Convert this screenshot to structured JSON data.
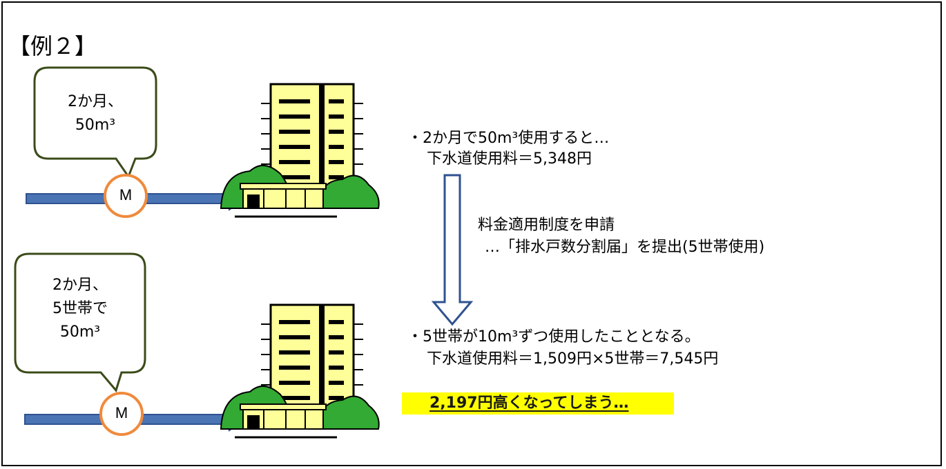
{
  "title": "【例２】",
  "scenario_top": {
    "bubble_line1": "2か月、",
    "bubble_line2": "50m³",
    "meter_label": "M"
  },
  "scenario_bottom": {
    "bubble_line1": "2か月、",
    "bubble_line2": "5世帯で",
    "bubble_line3": "50m³",
    "meter_label": "M"
  },
  "explanation": {
    "before_line1": "・2か月で50m³使用すると…",
    "before_line2": "下水道使用料＝5,348円",
    "apply_line1": "料金適用制度を申請",
    "apply_line2": "…「排水戸数分割届」を提出(5世帯使用)",
    "after_line1": "・5世帯が10m³ずつ使用したこととなる。",
    "after_line2": "下水道使用料＝1,509円×5世帯＝7,545円",
    "result": "2,197円高くなってしまう…"
  },
  "colors": {
    "pipe": "#4a74b4",
    "pipe_dark": "#2f528f",
    "meter_ring": "#f08a3c",
    "building_body": "#ffff99",
    "bush": "#33aa33",
    "highlight": "#ffff00",
    "arrow_outline": "#2f528f"
  }
}
